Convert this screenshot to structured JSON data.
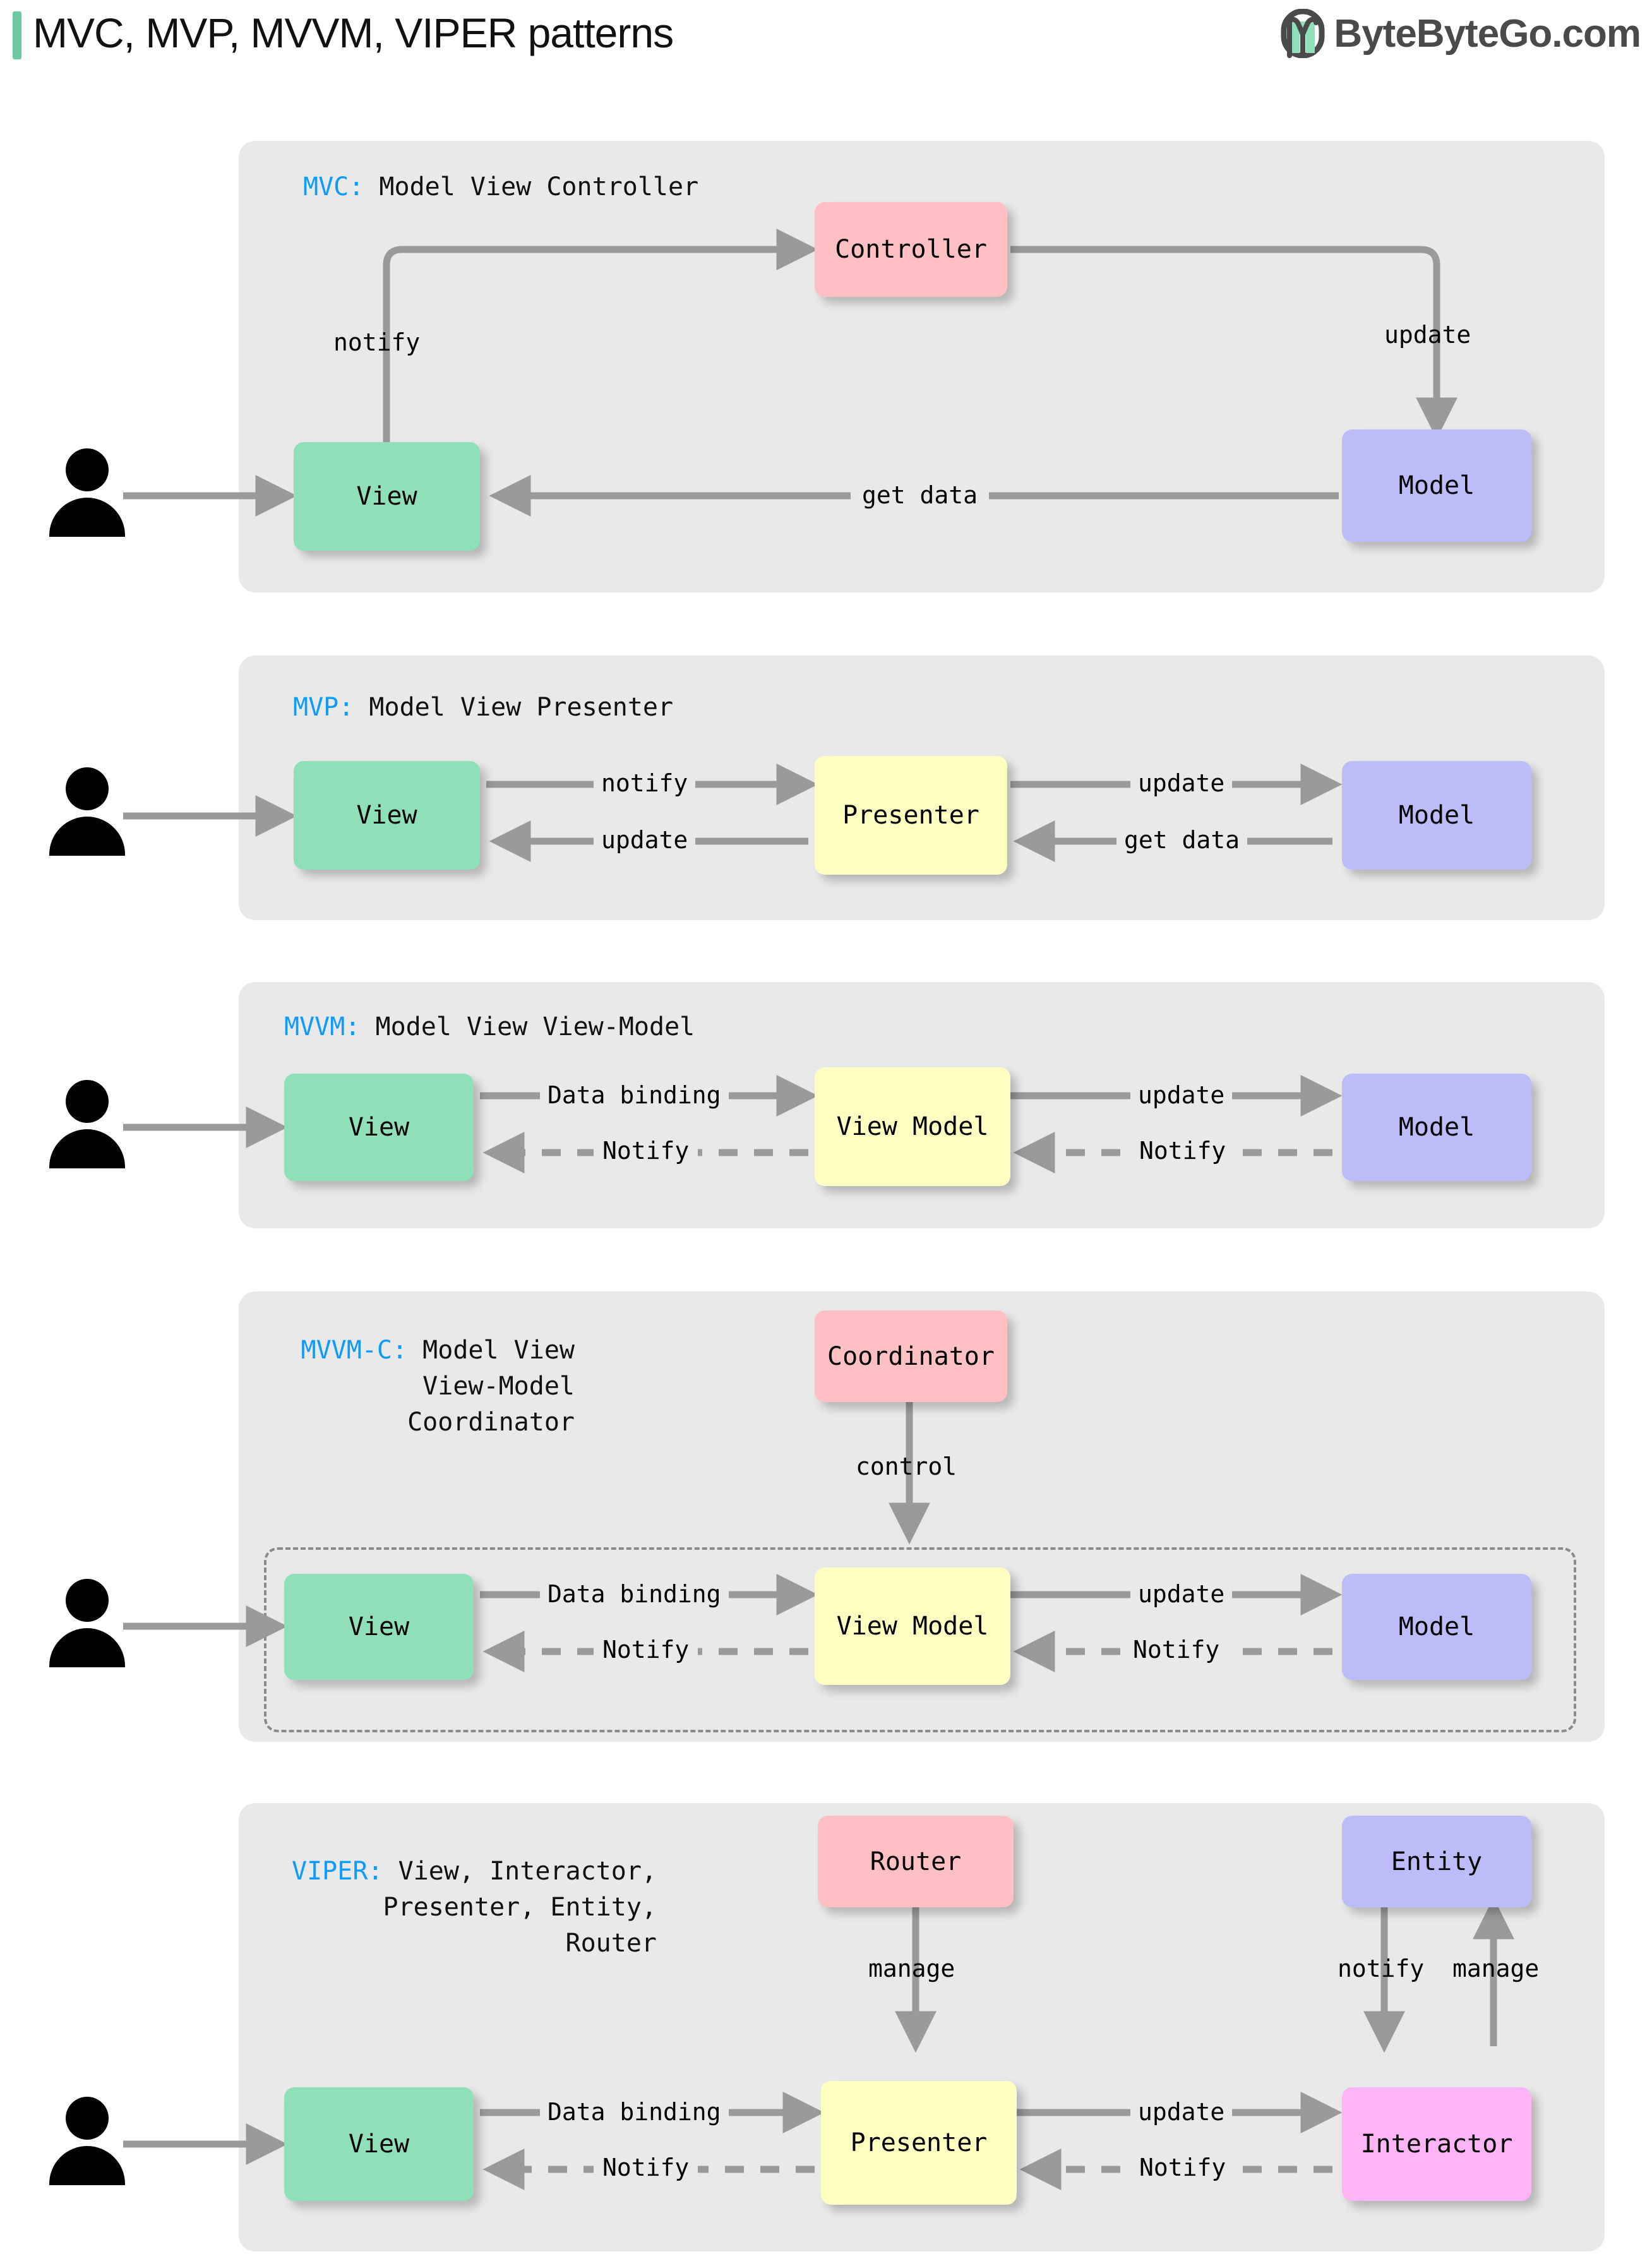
{
  "header": {
    "title": "MVC, MVP, MVVM, VIPER patterns",
    "logo_text": "ByteByteGo.com",
    "accent_color": "#6ec9a0",
    "logo_color": "#4a4a4a"
  },
  "palette": {
    "panel_bg": "#e9e9e9",
    "accent_blue": "#0d9bfc",
    "view": "#8fe0b8",
    "model": "#bcbcf8",
    "controller": "#ffc0c4",
    "presenter": "#ffffc2",
    "interactor": "#ffb5f5",
    "arrow": "#9a9a9a"
  },
  "sections": [
    {
      "key": "mvc",
      "abbr": "MVC:",
      "expansion": "Model View Controller",
      "nodes": {
        "view": "View",
        "controller": "Controller",
        "model": "Model"
      },
      "edges": [
        {
          "label": "notify",
          "from": "View",
          "to": "Controller",
          "style": "solid"
        },
        {
          "label": "update",
          "from": "Controller",
          "to": "Model",
          "style": "solid"
        },
        {
          "label": "get data",
          "from": "Model",
          "to": "View",
          "style": "solid"
        }
      ]
    },
    {
      "key": "mvp",
      "abbr": "MVP:",
      "expansion": "Model View Presenter",
      "nodes": {
        "view": "View",
        "presenter": "Presenter",
        "model": "Model"
      },
      "edges": [
        {
          "label": "notify",
          "from": "View",
          "to": "Presenter",
          "style": "solid"
        },
        {
          "label": "update",
          "from": "Presenter",
          "to": "Model",
          "style": "solid"
        },
        {
          "label": "update",
          "from": "Presenter",
          "to": "View",
          "style": "solid"
        },
        {
          "label": "get data",
          "from": "Model",
          "to": "Presenter",
          "style": "solid"
        }
      ]
    },
    {
      "key": "mvvm",
      "abbr": "MVVM:",
      "expansion": "Model View View-Model",
      "nodes": {
        "view": "View",
        "viewmodel": "View Model",
        "model": "Model"
      },
      "edges": [
        {
          "label": "Data binding",
          "from": "View",
          "to": "View Model",
          "style": "solid"
        },
        {
          "label": "update",
          "from": "View Model",
          "to": "Model",
          "style": "solid"
        },
        {
          "label": "Notify",
          "from": "View Model",
          "to": "View",
          "style": "dashed"
        },
        {
          "label": "Notify",
          "from": "Model",
          "to": "View Model",
          "style": "dashed"
        }
      ]
    },
    {
      "key": "mvvmc",
      "abbr": "MVVM-C:",
      "expansion_lines": [
        "Model View",
        "View-Model",
        "Coordinator"
      ],
      "nodes": {
        "coordinator": "Coordinator",
        "view": "View",
        "viewmodel": "View Model",
        "model": "Model"
      },
      "edges": [
        {
          "label": "control",
          "from": "Coordinator",
          "to": "View Model",
          "style": "solid"
        },
        {
          "label": "Data binding",
          "from": "View",
          "to": "View Model",
          "style": "solid"
        },
        {
          "label": "update",
          "from": "View Model",
          "to": "Model",
          "style": "solid"
        },
        {
          "label": "Notify",
          "from": "View Model",
          "to": "View",
          "style": "dashed"
        },
        {
          "label": "Notify",
          "from": "Model",
          "to": "View Model",
          "style": "dashed"
        }
      ]
    },
    {
      "key": "viper",
      "abbr": "VIPER:",
      "expansion_lines": [
        "View, Interactor,",
        "Presenter, Entity,",
        "Router"
      ],
      "nodes": {
        "router": "Router",
        "entity": "Entity",
        "view": "View",
        "presenter": "Presenter",
        "interactor": "Interactor"
      },
      "edges": [
        {
          "label": "manage",
          "from": "Router",
          "to": "Presenter",
          "style": "solid"
        },
        {
          "label": "notify",
          "from": "Entity",
          "to": "Interactor",
          "style": "solid"
        },
        {
          "label": "manage",
          "from": "Interactor",
          "to": "Entity",
          "style": "solid"
        },
        {
          "label": "Data binding",
          "from": "View",
          "to": "Presenter",
          "style": "solid"
        },
        {
          "label": "update",
          "from": "Presenter",
          "to": "Interactor",
          "style": "solid"
        },
        {
          "label": "Notify",
          "from": "Presenter",
          "to": "View",
          "style": "dashed"
        },
        {
          "label": "Notify",
          "from": "Interactor",
          "to": "Presenter",
          "style": "dashed"
        }
      ]
    }
  ]
}
